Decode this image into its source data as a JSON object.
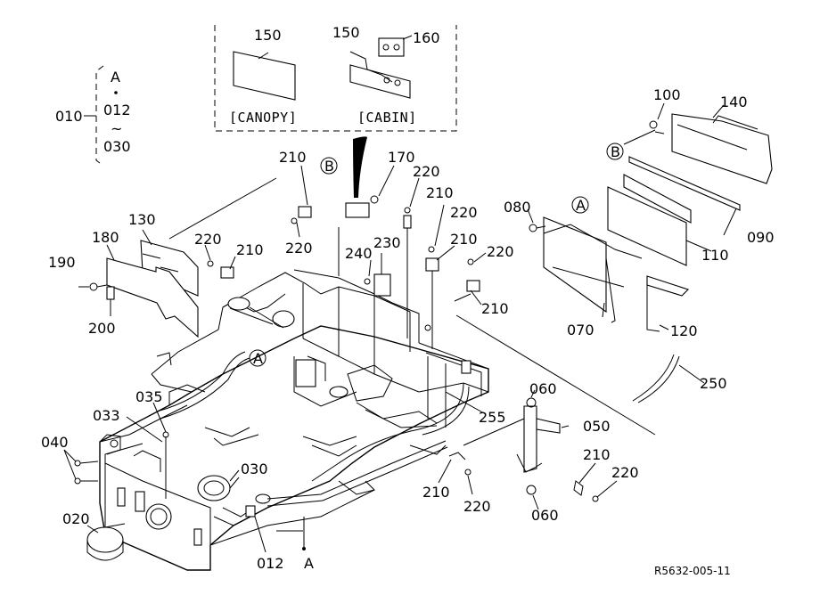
{
  "diagram": {
    "drawing_code": "R5632-005-11",
    "range_note": {
      "parent": "010",
      "from": "A",
      "start": "012",
      "tilde": "~",
      "end": "030"
    },
    "inset": {
      "canopy_label": "[CANOPY]",
      "cabin_label": "[CABIN]"
    },
    "callouts": [
      "150",
      "150",
      "160",
      "100",
      "140",
      "B",
      "B",
      "A",
      "A",
      "A",
      "210",
      "170",
      "220",
      "210",
      "220",
      "080",
      "130",
      "180",
      "220",
      "210",
      "220",
      "240",
      "230",
      "210",
      "220",
      "190",
      "210",
      "200",
      "110",
      "090",
      "070",
      "120",
      "250",
      "035",
      "060",
      "033",
      "255",
      "050",
      "040",
      "030",
      "210",
      "220",
      "020",
      "210",
      "220",
      "060",
      "012",
      "A"
    ]
  }
}
